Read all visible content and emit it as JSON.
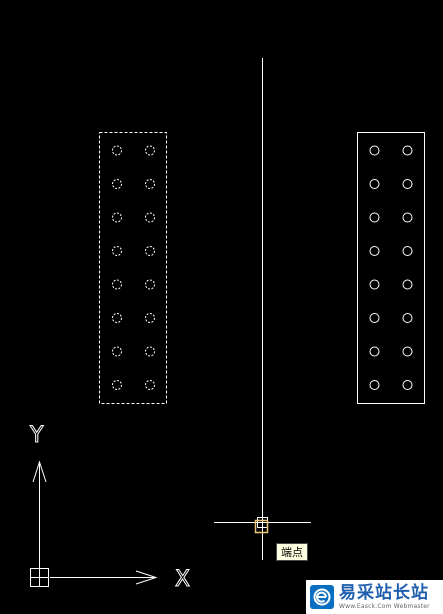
{
  "viewport": {
    "background_color": "#000000",
    "stroke_color": "#ffffff"
  },
  "ucs": {
    "x_label": "X",
    "y_label": "Y"
  },
  "objects": {
    "left_plate": {
      "state": "selected",
      "border": "dashed",
      "hole_columns": 2,
      "hole_rows": 8
    },
    "right_plate": {
      "state": "normal",
      "border": "solid",
      "hole_columns": 2,
      "hole_rows": 8
    },
    "center_line": {
      "icon": "construction-line"
    }
  },
  "cursor": {
    "icon": "crosshair-cursor",
    "snap_marker_icon": "endpoint-snap-marker",
    "tooltip_text": "端点"
  },
  "watermark": {
    "title": "易采站长站",
    "url": "Www.Easck.Com Webmaster",
    "brand_color": "#1f5fae",
    "logo_icon": "e-logo-icon"
  }
}
